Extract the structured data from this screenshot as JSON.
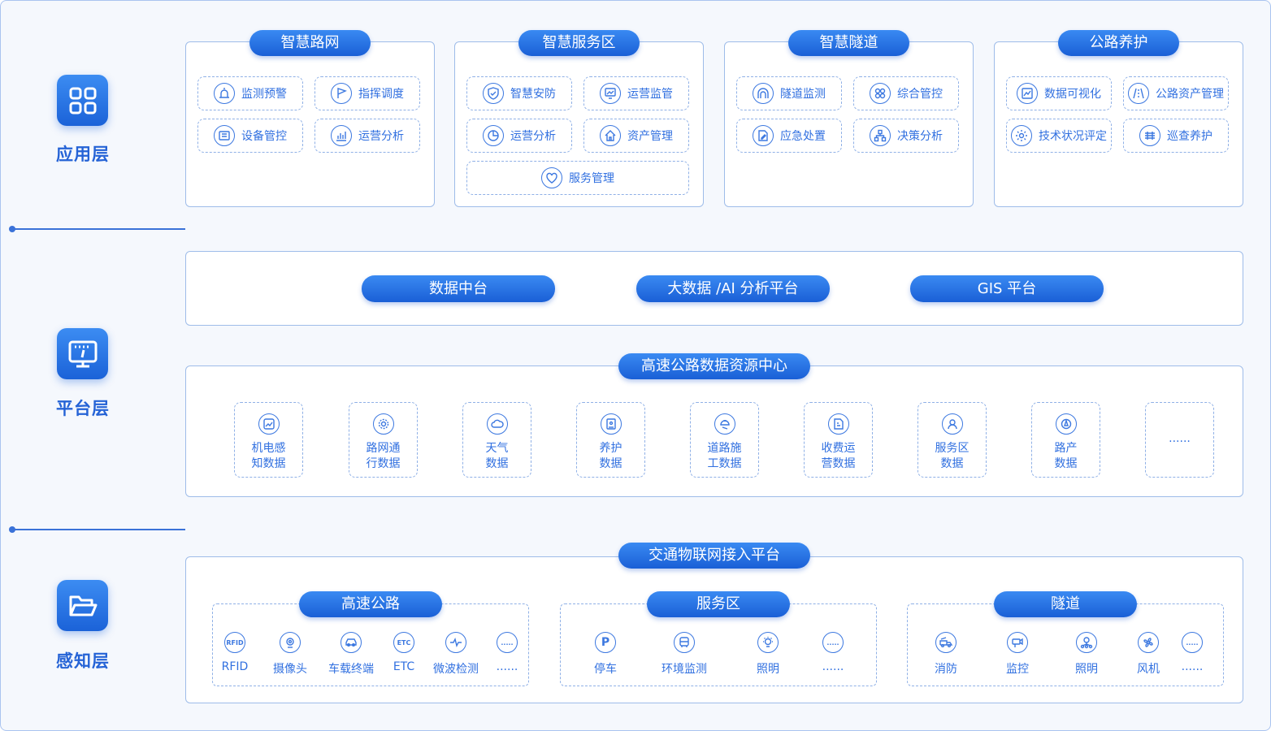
{
  "layers": {
    "app": "应用层",
    "platform": "平台层",
    "perception": "感知层"
  },
  "app_groups": [
    {
      "title": "智慧路网",
      "items": [
        "监测预警",
        "指挥调度",
        "设备管控",
        "运营分析"
      ]
    },
    {
      "title": "智慧服务区",
      "items": [
        "智慧安防",
        "运营监管",
        "运营分析",
        "资产管理",
        "服务管理"
      ]
    },
    {
      "title": "智慧隧道",
      "items": [
        "隧道监测",
        "综合管控",
        "应急处置",
        "决策分析"
      ]
    },
    {
      "title": "公路养护",
      "items": [
        "数据可视化",
        "公路资产管理",
        "技术状况评定",
        "巡查养护"
      ]
    }
  ],
  "platforms": [
    "数据中台",
    "大数据 /AI 分析平台",
    "GIS 平台"
  ],
  "resource_center": {
    "title": "高速公路数据资源中心",
    "items": [
      [
        "机电感",
        "知数据"
      ],
      [
        "路网通",
        "行数据"
      ],
      [
        "天气",
        "数据"
      ],
      [
        "养护",
        "数据"
      ],
      [
        "道路施",
        "工数据"
      ],
      [
        "收费运",
        "营数据"
      ],
      [
        "服务区",
        "数据"
      ],
      [
        "路产",
        "数据"
      ]
    ],
    "more": "......"
  },
  "iot": {
    "title": "交通物联网接入平台",
    "groups": [
      {
        "title": "高速公路",
        "items": [
          "RFID",
          "摄像头",
          "车载终端",
          "ETC",
          "微波检测",
          "......"
        ]
      },
      {
        "title": "服务区",
        "items": [
          "停车",
          "环境监测",
          "照明",
          "......"
        ]
      },
      {
        "title": "隧道",
        "items": [
          "消防",
          "监控",
          "照明",
          "风机",
          "......"
        ]
      }
    ],
    "badges": {
      "rfid": "RFID",
      "etc": "ETC",
      "parking": "P",
      "dots": "....."
    }
  },
  "colors": {
    "accent": "#1b62d8",
    "text": "#3170e0",
    "border": "#9ebce9"
  }
}
